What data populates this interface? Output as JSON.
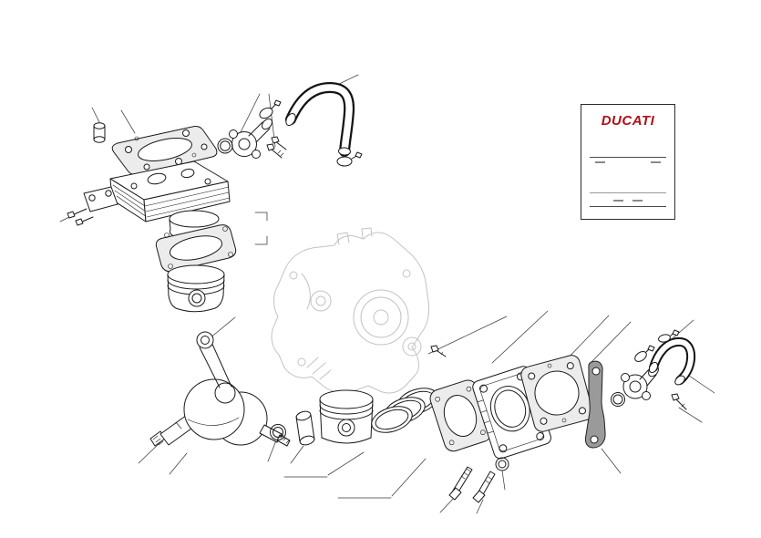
{
  "manual_box": {
    "brand": "DUCATI"
  },
  "colors": {
    "background": "#ffffff",
    "part_line": "#1a1a1a",
    "case_line": "#c3c3c3",
    "gasket_fill": "#ececec",
    "bracket_fill": "#9a9a9a",
    "brand_red": "#b01116"
  },
  "diagram": {
    "parts": [
      "dowel-pin",
      "cylinder-head-gasket",
      "cylinder-head",
      "head-side-bracket",
      "cylinder-base-gasket",
      "piston",
      "o-ring",
      "coolant-union",
      "union-screws",
      "hose-clamps",
      "coolant-hose",
      "crankcase",
      "crankshaft",
      "connecting-rod",
      "gudgeon-pin",
      "piston-rings",
      "cylinder-base-gasket-right",
      "cylinder",
      "head-gasket-right",
      "coolant-bracket",
      "coolant-union-right",
      "coolant-hose-right",
      "fixing-screws",
      "washer"
    ]
  }
}
